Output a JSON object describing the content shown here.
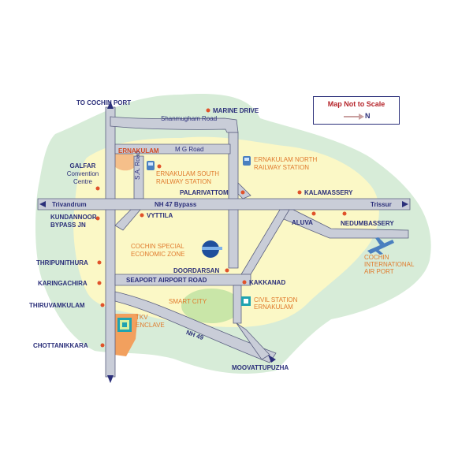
{
  "map": {
    "scale_note": "Map Not to Scale",
    "north_label": "N",
    "roads": {
      "shanmugham": "Shanmugham Road",
      "mg": "M G Road",
      "sa": "S.A. Road",
      "nh47": "NH 47 Bypass",
      "seaport": "SEAPORT AIRPORT ROAD",
      "nh49": "NH 49",
      "trivandrum": "Trivandrum",
      "trissur": "Trissur"
    },
    "places": {
      "cochin_port": "TO COCHIN PORT",
      "marine_drive": "MARINE DRIVE",
      "ernakulam": "ERNAKULAM",
      "ern_north_1": "ERNAKULAM NORTH",
      "ern_north_2": "RAILWAY STATION",
      "galfar_1": "GALFAR",
      "galfar_2": "Convention",
      "galfar_3": "Centre",
      "ern_south_1": "ERNAKULAM SOUTH",
      "ern_south_2": "RAILWAY STATION",
      "palarivattom": "PALARIVATTOM",
      "kalamassery": "KALAMASSERY",
      "kundannoor_1": "KUNDANNOOR",
      "kundannoor_2": "BYPASS JN",
      "vyttila": "VYTTILA",
      "aluva": "ALUVA",
      "nedumbassery": "NEDUMBASSERY",
      "csez_1": "COCHIN SPECIAL",
      "csez_2": "ECONOMIC ZONE",
      "airport_1": "COCHIN",
      "airport_2": "INTERNATIONAL",
      "airport_3": "AIR PORT",
      "thripunithura": "THRIPUNITHURA",
      "doordarsan": "DOORDARSAN",
      "karingachira": "KARINGACHIRA",
      "kakkanad": "KAKKANAD",
      "smart_city": "SMART CITY",
      "civil_1": "CIVIL STATION",
      "civil_2": "ERNAKULAM",
      "thiruvamkulam": "THIRUVAMKULAM",
      "tkv_1": "TKV",
      "tkv_2": "ENCLAVE",
      "chottanikkara": "CHOTTANIKKARA",
      "moovattupuzha": "MOOVATTUPUZHA"
    },
    "colors": {
      "outer_region": "#d7ecd8",
      "inner_region": "#fbf8c6",
      "road": "#c9cdd8",
      "road_edge": "#5b6080",
      "label": "#2b2f7a",
      "marker": "#e0522a",
      "smart_city": "#c9e6a8"
    }
  }
}
